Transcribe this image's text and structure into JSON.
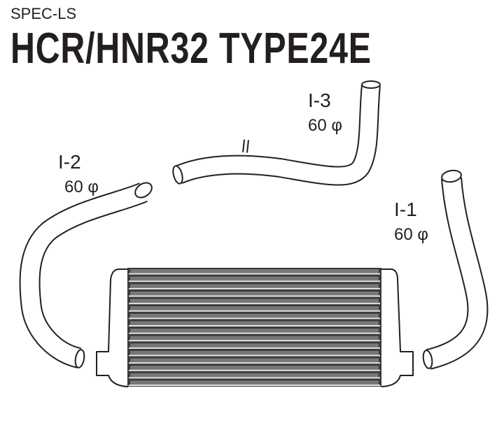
{
  "subtitle": "SPEC-LS",
  "title": "HCR/HNR32  TYPE24E",
  "parts": [
    {
      "id": "I-1",
      "diameter": "60 φ"
    },
    {
      "id": "I-2",
      "diameter": "60 φ"
    },
    {
      "id": "I-3",
      "diameter": "60 φ"
    }
  ]
}
